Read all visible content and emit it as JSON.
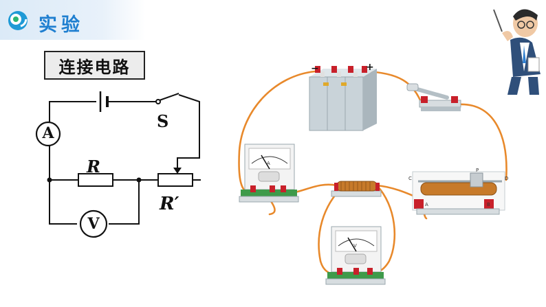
{
  "header": {
    "section_title": "实验"
  },
  "task": {
    "title": "连接电路"
  },
  "circuit": {
    "switch_label": "S",
    "resistor_label": "R",
    "rheostat_label": "R′",
    "ammeter_letter": "A",
    "voltmeter_letter": "V"
  },
  "apparatus": {
    "battery_minus": "−",
    "battery_plus": "+",
    "ammeter_dial_letter": "A",
    "voltmeter_dial_letter": "V",
    "rheostat_terminal_p": "P",
    "rheostat_terminal_c": "C",
    "rheostat_terminal_d": "D",
    "rheostat_terminal_a": "A",
    "rheostat_terminal_b": "B"
  },
  "colors": {
    "accent": "#1f7fd0",
    "wire": "#e8892b",
    "base_green": "#3e9a4a"
  }
}
